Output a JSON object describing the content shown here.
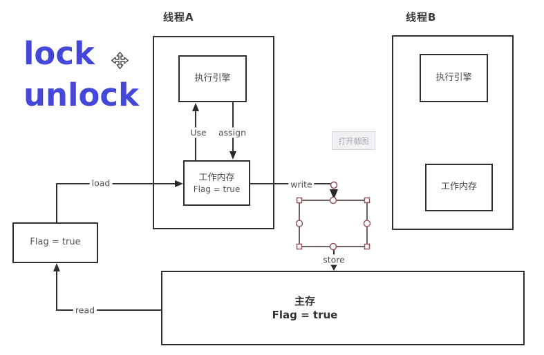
{
  "overlay": {
    "lock_label": "lock",
    "unlock_label": "unlock"
  },
  "threads": {
    "a": {
      "title": "线程A",
      "engine": "执行引擎",
      "memory_title": "工作内存",
      "memory_value": "Flag = true"
    },
    "b": {
      "title": "线程B",
      "engine": "执行引擎",
      "memory_title": "工作内存"
    }
  },
  "flag_box": {
    "value": "Flag = true"
  },
  "main_memory": {
    "title": "主存",
    "value": "Flag = true"
  },
  "edges": {
    "use": "Use",
    "assign": "assign",
    "load": "load",
    "read": "read",
    "write": "write",
    "store": "store"
  },
  "buttons": {
    "open_screenshot": "打开截图"
  },
  "icons": {
    "move": "move-icon"
  },
  "colors": {
    "accent_blue": "#4447d8",
    "line": "#2f2f2f",
    "selection_handle": "#96555b",
    "selection_edge": "#3f2c2e",
    "button_bg": "#f1f1f4",
    "button_text": "#a6a6af"
  }
}
